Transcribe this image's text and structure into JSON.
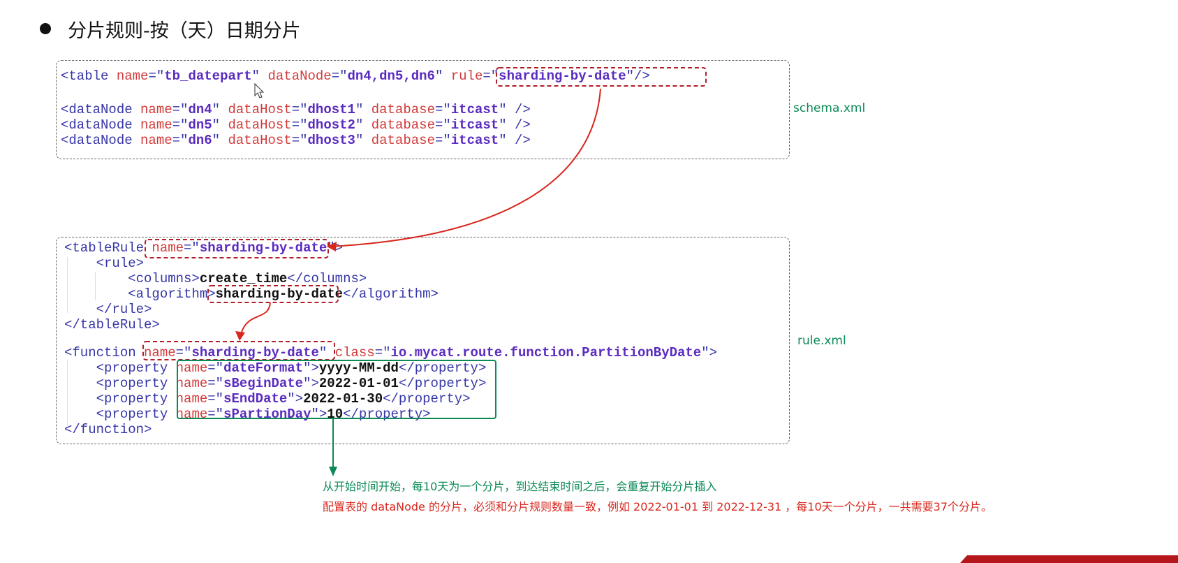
{
  "title": "分片规则-按（天）日期分片",
  "schema": {
    "file_label": "schema.xml",
    "lines": [
      [
        {
          "t": "<table ",
          "c": "t"
        },
        {
          "t": "name",
          "c": "a"
        },
        {
          "t": "=\"",
          "c": "t"
        },
        {
          "t": "tb_datepart",
          "c": "v"
        },
        {
          "t": "\" ",
          "c": "t"
        },
        {
          "t": "dataNode",
          "c": "a"
        },
        {
          "t": "=\"",
          "c": "t"
        },
        {
          "t": "dn4,dn5,dn6",
          "c": "v"
        },
        {
          "t": "\" ",
          "c": "t"
        },
        {
          "t": "rule",
          "c": "a"
        },
        {
          "t": "=\"",
          "c": "t"
        },
        {
          "t": "sharding-by-date",
          "c": "v"
        },
        {
          "t": "\"/>",
          "c": "t"
        }
      ],
      [],
      [
        {
          "t": "<dataNode ",
          "c": "t"
        },
        {
          "t": "name",
          "c": "a"
        },
        {
          "t": "=\"",
          "c": "t"
        },
        {
          "t": "dn4",
          "c": "v"
        },
        {
          "t": "\" ",
          "c": "t"
        },
        {
          "t": "dataHost",
          "c": "a"
        },
        {
          "t": "=\"",
          "c": "t"
        },
        {
          "t": "dhost1",
          "c": "v"
        },
        {
          "t": "\" ",
          "c": "t"
        },
        {
          "t": "database",
          "c": "a"
        },
        {
          "t": "=\"",
          "c": "t"
        },
        {
          "t": "itcast",
          "c": "v"
        },
        {
          "t": "\" />",
          "c": "t"
        }
      ],
      [
        {
          "t": "<dataNode ",
          "c": "t"
        },
        {
          "t": "name",
          "c": "a"
        },
        {
          "t": "=\"",
          "c": "t"
        },
        {
          "t": "dn5",
          "c": "v"
        },
        {
          "t": "\" ",
          "c": "t"
        },
        {
          "t": "dataHost",
          "c": "a"
        },
        {
          "t": "=\"",
          "c": "t"
        },
        {
          "t": "dhost2",
          "c": "v"
        },
        {
          "t": "\" ",
          "c": "t"
        },
        {
          "t": "database",
          "c": "a"
        },
        {
          "t": "=\"",
          "c": "t"
        },
        {
          "t": "itcast",
          "c": "v"
        },
        {
          "t": "\" />",
          "c": "t"
        }
      ],
      [
        {
          "t": "<dataNode ",
          "c": "t"
        },
        {
          "t": "name",
          "c": "a"
        },
        {
          "t": "=\"",
          "c": "t"
        },
        {
          "t": "dn6",
          "c": "v"
        },
        {
          "t": "\" ",
          "c": "t"
        },
        {
          "t": "dataHost",
          "c": "a"
        },
        {
          "t": "=\"",
          "c": "t"
        },
        {
          "t": "dhost3",
          "c": "v"
        },
        {
          "t": "\" ",
          "c": "t"
        },
        {
          "t": "database",
          "c": "a"
        },
        {
          "t": "=\"",
          "c": "t"
        },
        {
          "t": "itcast",
          "c": "v"
        },
        {
          "t": "\" />",
          "c": "t"
        }
      ]
    ]
  },
  "rule": {
    "file_label": "rule.xml",
    "lines": [
      [
        {
          "t": "<tableRule ",
          "c": "t"
        },
        {
          "t": "name",
          "c": "a"
        },
        {
          "t": "=\"",
          "c": "t"
        },
        {
          "t": "sharding-by-date",
          "c": "v"
        },
        {
          "t": "\">",
          "c": "t"
        }
      ],
      [
        {
          "t": "    <rule>",
          "c": "t"
        }
      ],
      [
        {
          "t": "        <columns>",
          "c": "t"
        },
        {
          "t": "create_time",
          "c": "x"
        },
        {
          "t": "</columns>",
          "c": "t"
        }
      ],
      [
        {
          "t": "        <algorithm>",
          "c": "t"
        },
        {
          "t": "sharding-by-date",
          "c": "x"
        },
        {
          "t": "</algorithm>",
          "c": "t"
        }
      ],
      [
        {
          "t": "    </rule>",
          "c": "t"
        }
      ],
      [
        {
          "t": "</tableRule>",
          "c": "t"
        }
      ],
      [],
      [
        {
          "t": "<function ",
          "c": "t"
        },
        {
          "t": "name",
          "c": "a"
        },
        {
          "t": "=\"",
          "c": "t"
        },
        {
          "t": "sharding-by-date",
          "c": "v"
        },
        {
          "t": "\" ",
          "c": "t"
        },
        {
          "t": "class",
          "c": "a"
        },
        {
          "t": "=\"",
          "c": "t"
        },
        {
          "t": "io.mycat.route.function.PartitionByDate",
          "c": "v"
        },
        {
          "t": "\">",
          "c": "t"
        }
      ],
      [
        {
          "t": "    <property ",
          "c": "t"
        },
        {
          "t": "name",
          "c": "a"
        },
        {
          "t": "=\"",
          "c": "t"
        },
        {
          "t": "dateFormat",
          "c": "v"
        },
        {
          "t": "\">",
          "c": "t"
        },
        {
          "t": "yyyy-MM-dd",
          "c": "x"
        },
        {
          "t": "</property>",
          "c": "t"
        }
      ],
      [
        {
          "t": "    <property ",
          "c": "t"
        },
        {
          "t": "name",
          "c": "a"
        },
        {
          "t": "=\"",
          "c": "t"
        },
        {
          "t": "sBeginDate",
          "c": "v"
        },
        {
          "t": "\">",
          "c": "t"
        },
        {
          "t": "2022-01-01",
          "c": "x"
        },
        {
          "t": "</property>",
          "c": "t"
        }
      ],
      [
        {
          "t": "    <property ",
          "c": "t"
        },
        {
          "t": "name",
          "c": "a"
        },
        {
          "t": "=\"",
          "c": "t"
        },
        {
          "t": "sEndDate",
          "c": "v"
        },
        {
          "t": "\">",
          "c": "t"
        },
        {
          "t": "2022-01-30",
          "c": "x"
        },
        {
          "t": "</property>",
          "c": "t"
        }
      ],
      [
        {
          "t": "    <property ",
          "c": "t"
        },
        {
          "t": "name",
          "c": "a"
        },
        {
          "t": "=\"",
          "c": "t"
        },
        {
          "t": "sPartionDay",
          "c": "v"
        },
        {
          "t": "\">",
          "c": "t"
        },
        {
          "t": "10",
          "c": "x"
        },
        {
          "t": "</property>",
          "c": "t"
        }
      ],
      [
        {
          "t": "</function>",
          "c": "t"
        }
      ]
    ]
  },
  "notes": {
    "green": "从开始时间开始，每10天为一个分片，到达结束时间之后，会重复开始分片插入",
    "red": "配置表的 dataNode 的分片，必须和分片规则数量一致，例如 2022-01-01 到 2022-12-31 ，每10天一个分片，一共需要37个分片。"
  },
  "colors": {
    "highlight": "#c0282d",
    "green": "#0b8a55"
  }
}
